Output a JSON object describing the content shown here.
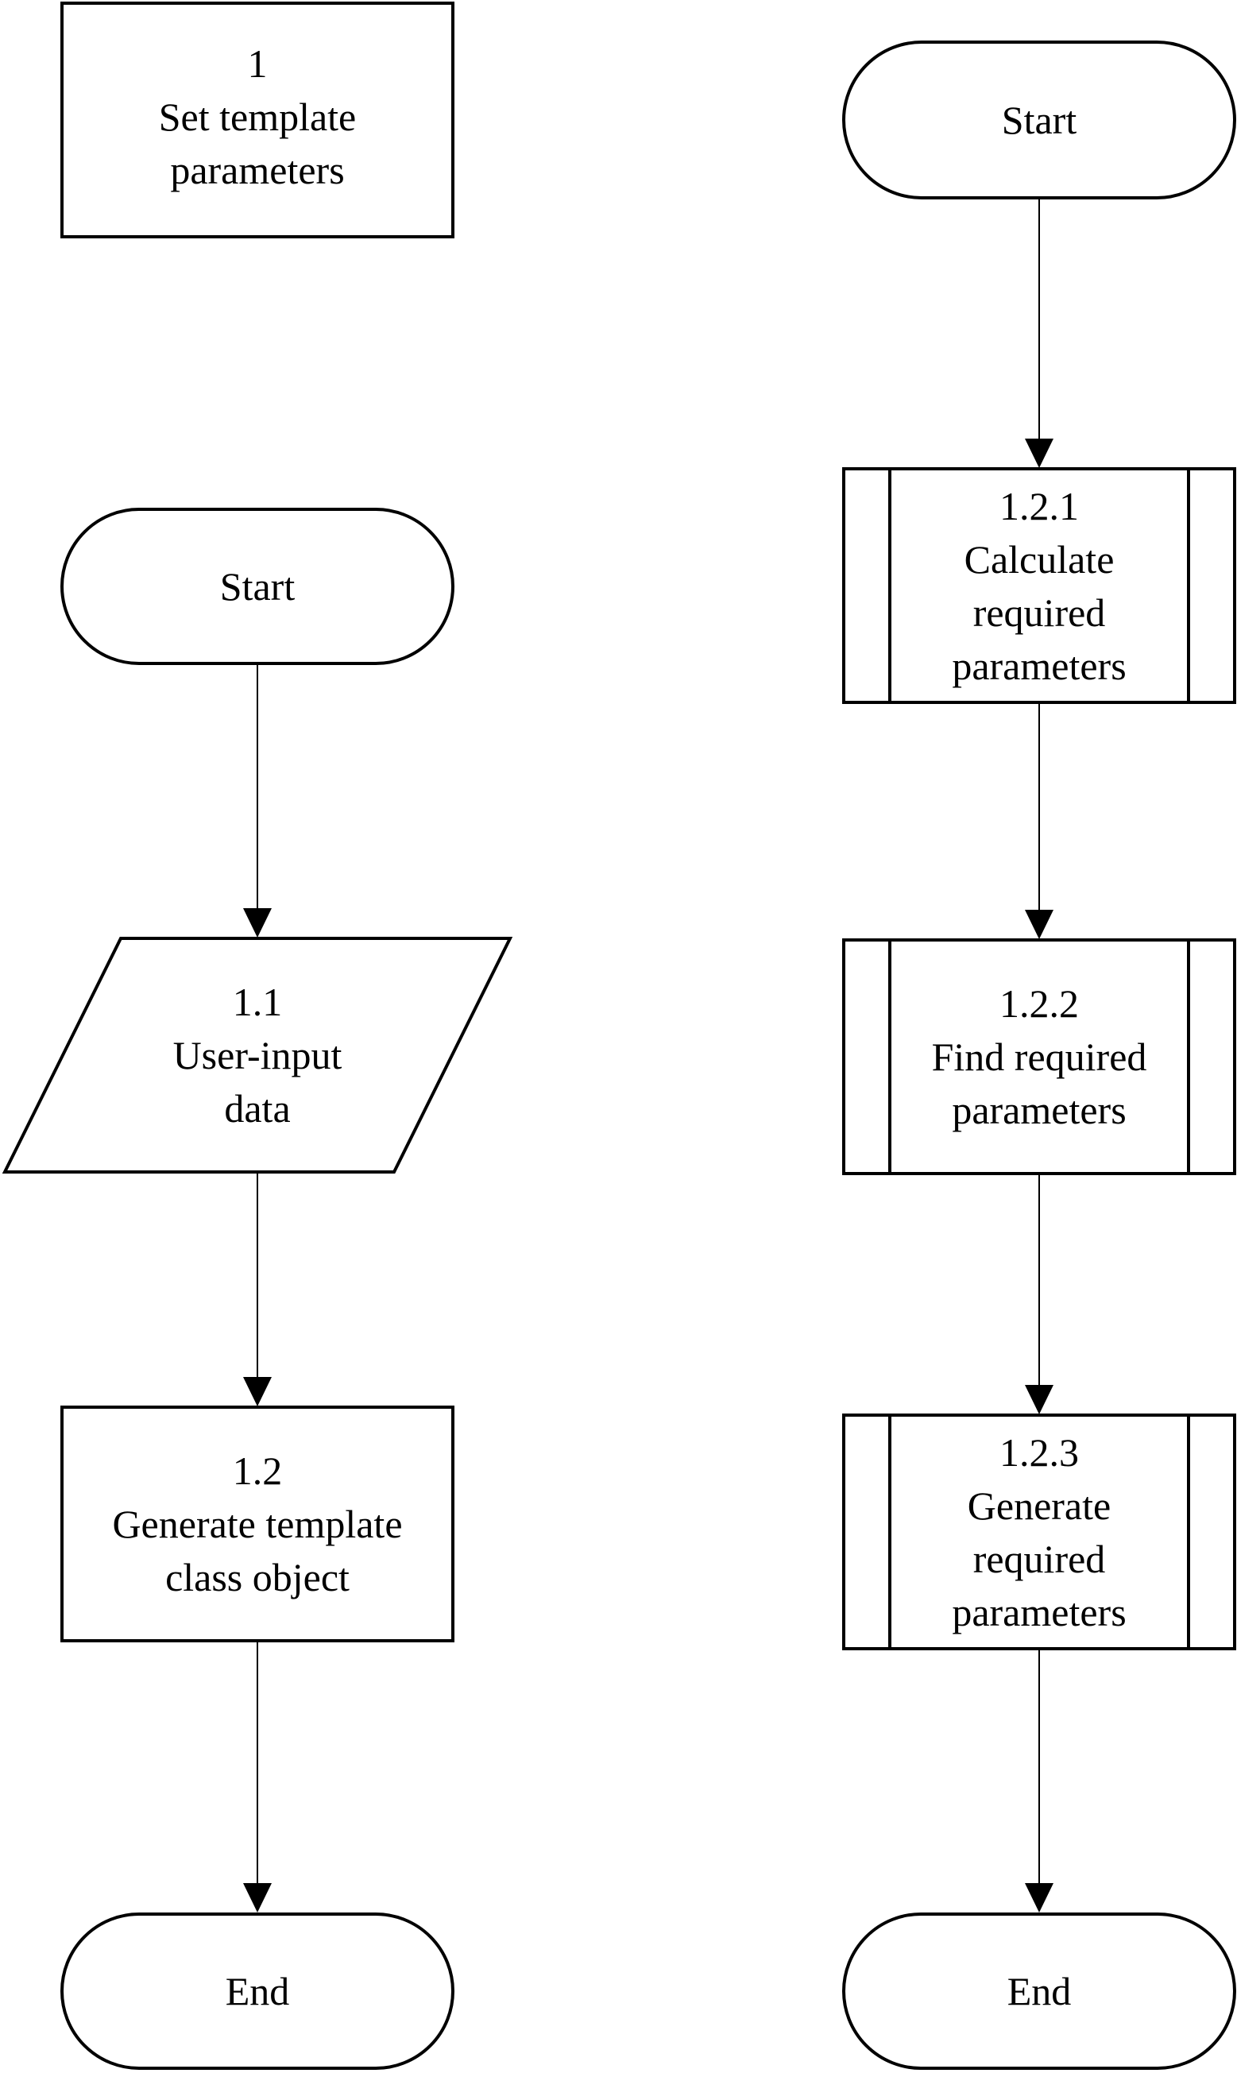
{
  "left": {
    "title_box": {
      "lines": [
        "1",
        "Set template",
        "parameters"
      ]
    },
    "start": {
      "lines": [
        "Start"
      ]
    },
    "input": {
      "lines": [
        "1.1",
        "User-input",
        "data"
      ]
    },
    "process": {
      "lines": [
        "1.2",
        "Generate template",
        "class object"
      ]
    },
    "end": {
      "lines": [
        "End"
      ]
    }
  },
  "right": {
    "start": {
      "lines": [
        "Start"
      ]
    },
    "sub1": {
      "lines": [
        "1.2.1",
        "Calculate",
        "required",
        "parameters"
      ]
    },
    "sub2": {
      "lines": [
        "1.2.2",
        "Find required",
        "parameters"
      ]
    },
    "sub3": {
      "lines": [
        "1.2.3",
        "Generate",
        "required",
        "parameters"
      ]
    },
    "end": {
      "lines": [
        "End"
      ]
    }
  },
  "colors": {
    "stroke": "#000000",
    "fill": "#ffffff",
    "text": "#000000"
  }
}
